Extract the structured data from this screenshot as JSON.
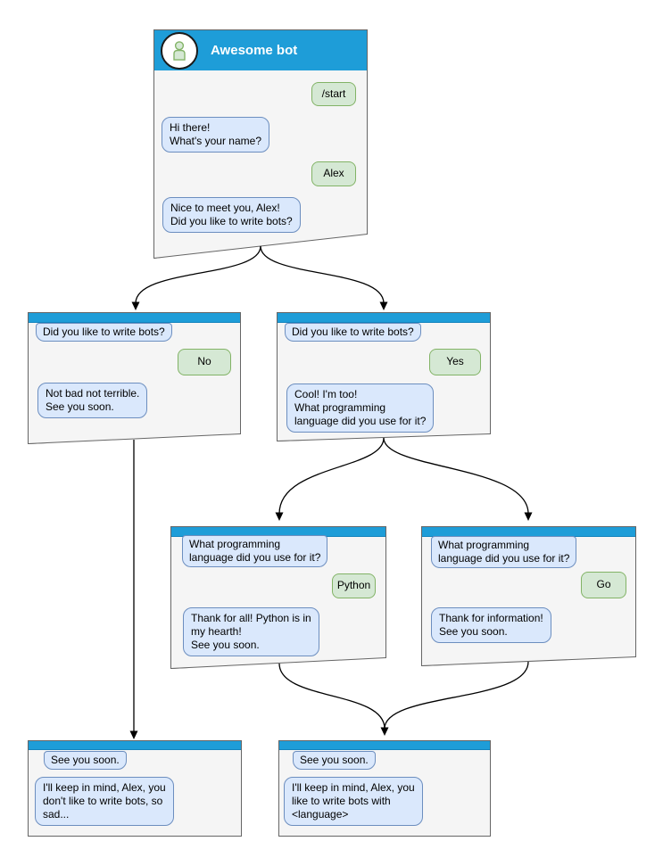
{
  "colors": {
    "header_blue": "#1e9dd8",
    "window_fill": "#f5f5f5",
    "window_border": "#666666",
    "bot_bubble_fill": "#dae8fc",
    "bot_bubble_border": "#6c8ebf",
    "user_bubble_fill": "#d5e8d4",
    "user_bubble_border": "#82b366",
    "arrow_color": "#000000"
  },
  "diagram": {
    "root": {
      "title": "Awesome bot",
      "avatar_icon": "person-icon",
      "user_start": "/start",
      "bot_greet": "Hi there!\nWhat's your name?",
      "user_name": "Alex",
      "bot_ask": "Nice to meet you, Alex!\nDid you like to write bots?"
    },
    "no_branch": {
      "question": "Did you like to write bots?",
      "answer": "No",
      "reply": "Not bad not terrible.\nSee you soon."
    },
    "yes_branch": {
      "question": "Did you like to write bots?",
      "answer": "Yes",
      "reply": "Cool! I'm too!\nWhat programming\nlanguage did you use for it?"
    },
    "python_branch": {
      "question": "What programming\nlanguage did you use for it?",
      "answer": "Python",
      "reply": "Thank for all! Python is in\nmy hearth!\nSee you soon."
    },
    "go_branch": {
      "question": "What programming\nlanguage did you use for it?",
      "answer": "Go",
      "reply": "Thank for information!\nSee you soon."
    },
    "end_no": {
      "question": "See you soon.",
      "reply": "I'll keep in mind, Alex, you\ndon't like to write bots, so\nsad..."
    },
    "end_yes": {
      "question": "See you soon.",
      "reply": "I'll keep in mind, Alex, you\nlike to write bots with\n<language>"
    }
  }
}
